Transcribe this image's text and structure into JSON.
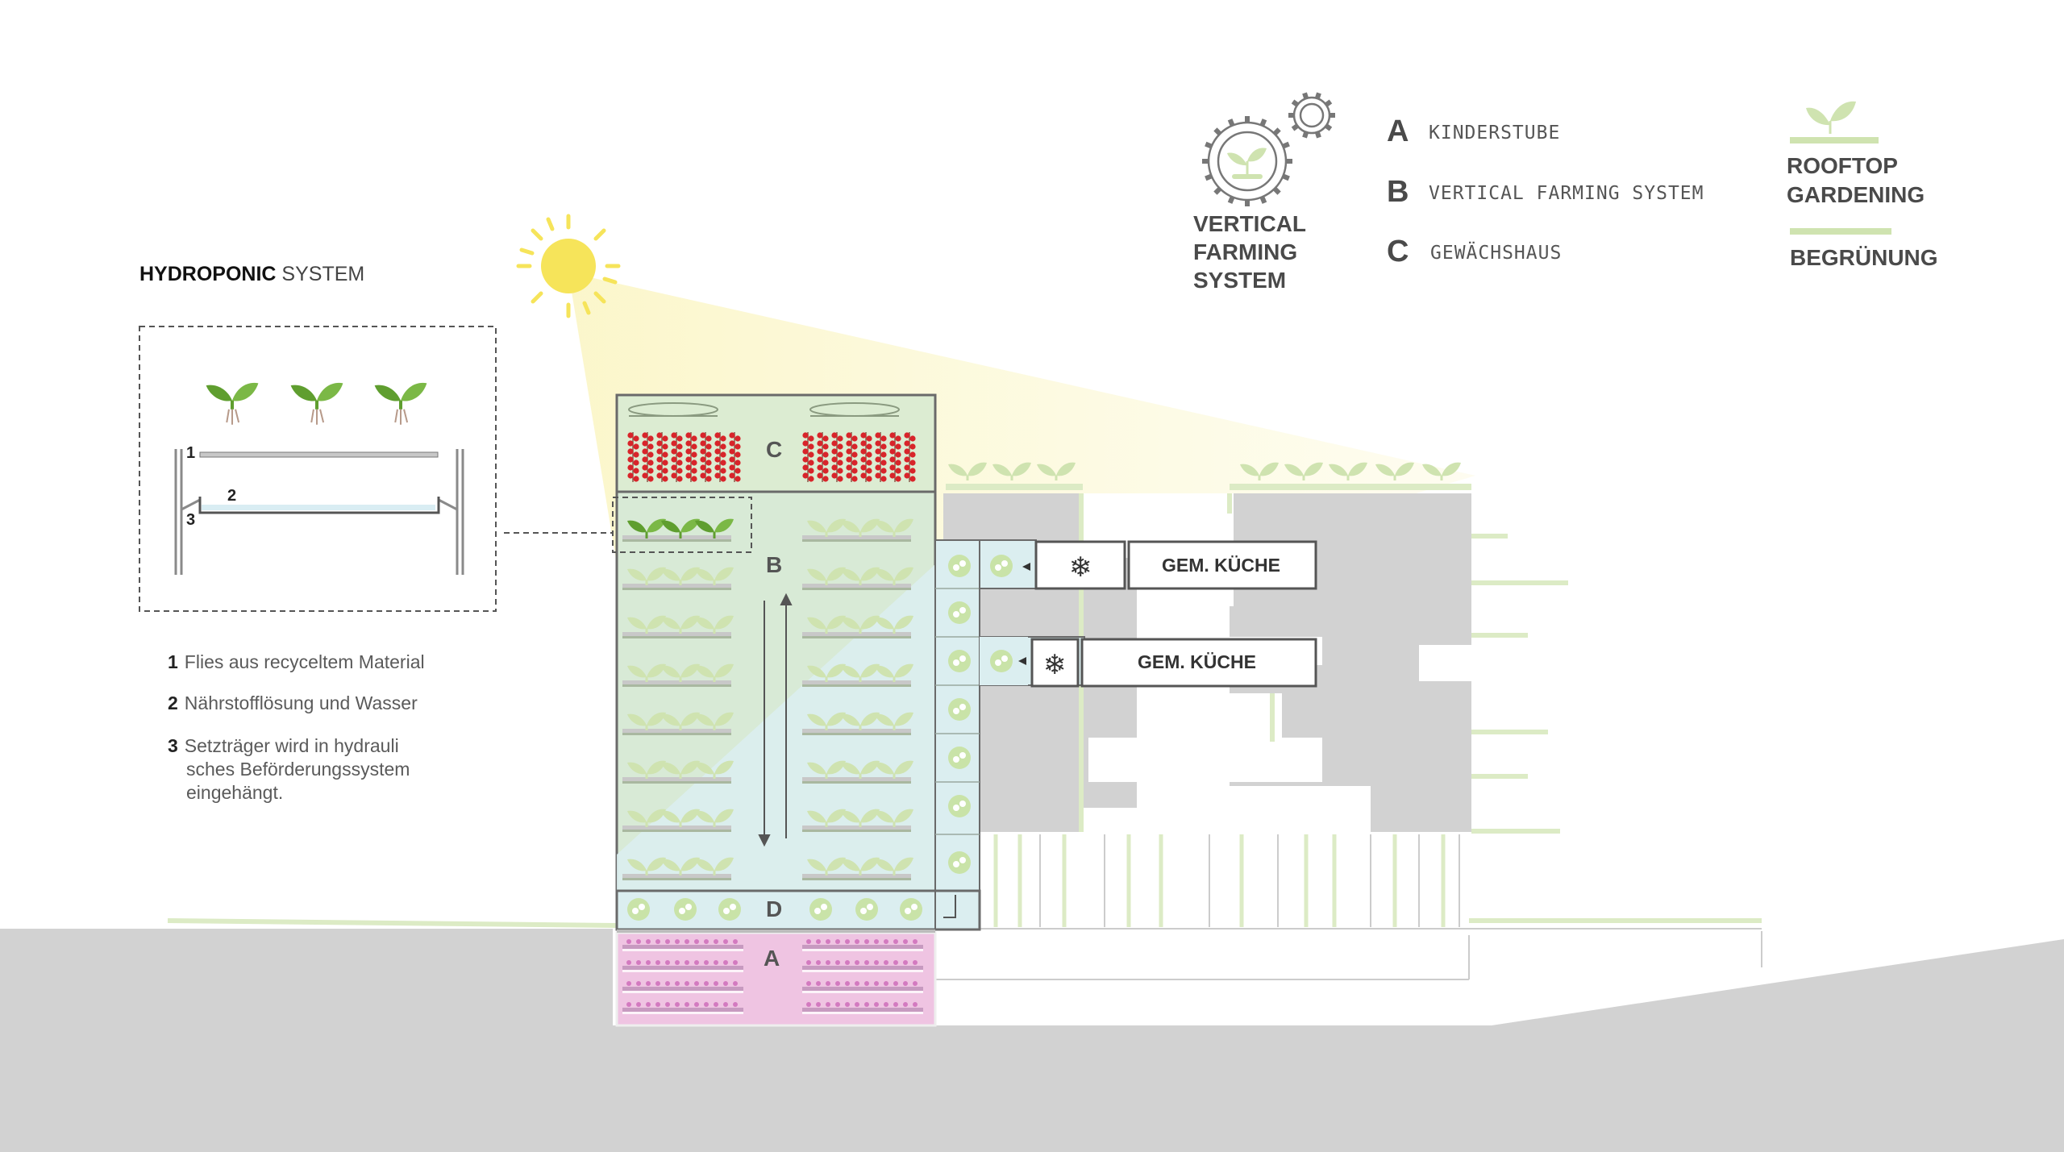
{
  "hydroponic": {
    "title_bold": "HYDROPONIC",
    "title_light": "SYSTEM",
    "diagram_numbers": [
      "1",
      "2",
      "3"
    ],
    "notes": [
      {
        "num": "1",
        "text": "Flies aus recyceltem Material"
      },
      {
        "num": "2",
        "text": "Nährstofflösung und Wasser"
      },
      {
        "num": "3",
        "text_lines": [
          "Setzträger wird in hydrauli",
          "sches Beförderungssystem",
          "eingehängt."
        ]
      }
    ]
  },
  "vfs_logo": {
    "lines": [
      "VERTICAL",
      "FARMING",
      "SYSTEM"
    ]
  },
  "legend": [
    {
      "letter": "A",
      "label": "KINDERSTUBE"
    },
    {
      "letter": "B",
      "label": "VERTICAL FARMING SYSTEM"
    },
    {
      "letter": "C",
      "label": "GEWÄCHSHAUS"
    }
  ],
  "rooftop": {
    "lines": [
      "ROOFTOP",
      "GARDENING"
    ],
    "begruenung": "BEGRÜNUNG"
  },
  "zones": {
    "A": "A",
    "B": "B",
    "C": "C",
    "D": "D"
  },
  "kitchen": {
    "label_top": "GEM. KÜCHE",
    "label_bottom": "GEM. KÜCHE",
    "freezer_icon": "snowflake-icon"
  },
  "colors": {
    "leaf_green": "#6aa83a",
    "pale_green": "#cfe3b0",
    "zone_c_bg": "#dcecd2",
    "zone_b_bg": "#d6ead8",
    "zone_blue": "#dbeef0",
    "zone_a_bg": "#efc4e2",
    "sun": "#f6e45a",
    "gray_building": "#d2d2d2",
    "tomato_red": "#d8242a"
  }
}
